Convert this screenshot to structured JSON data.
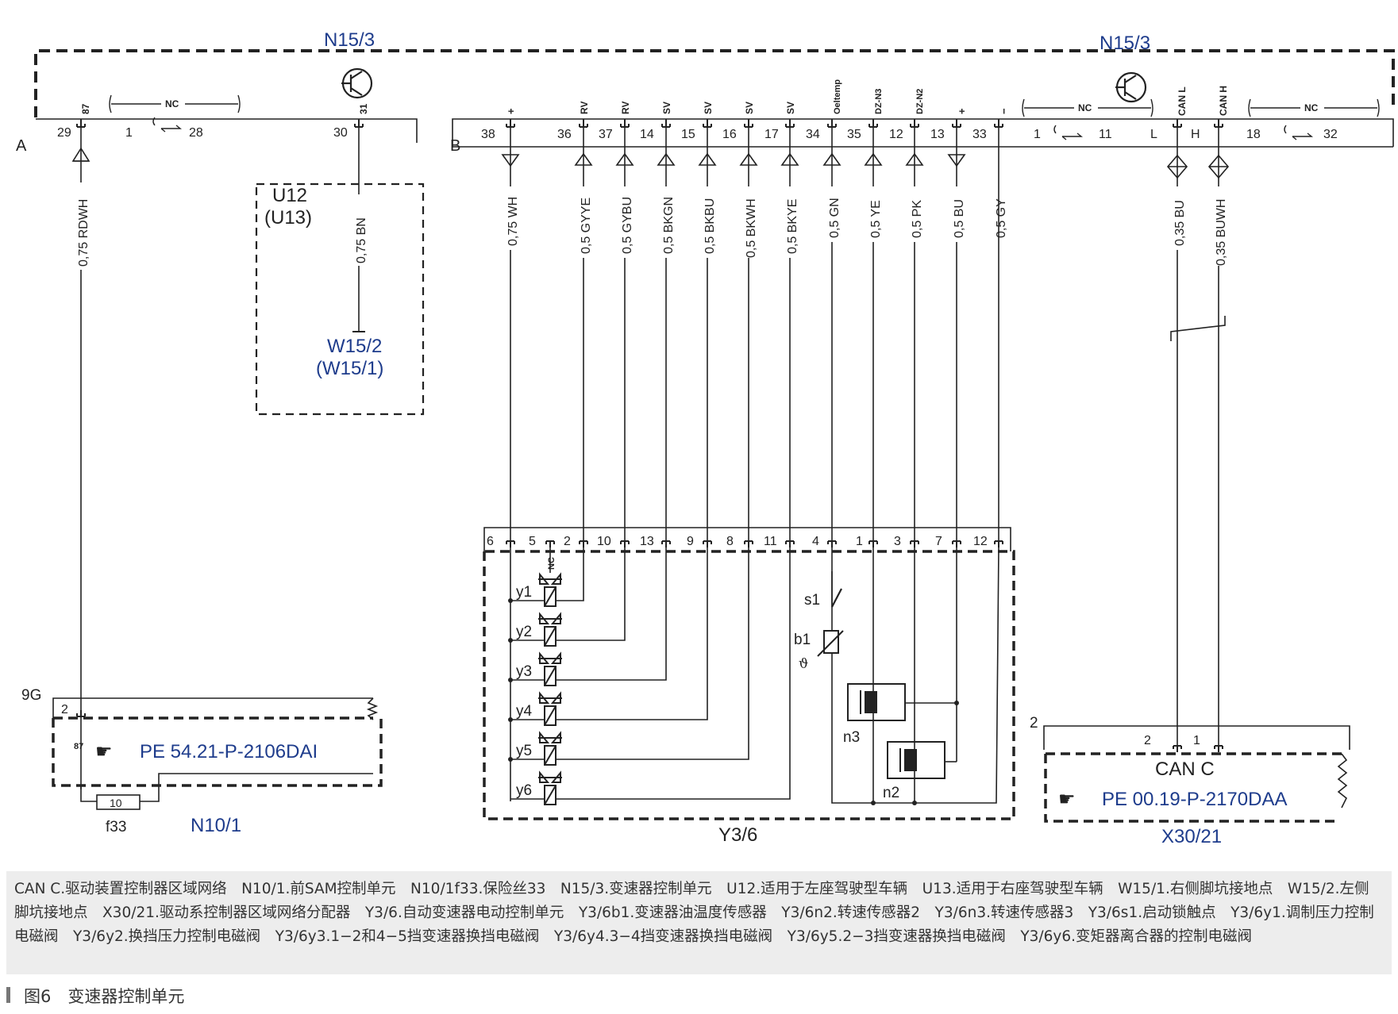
{
  "titles": {
    "top_left": "N15/3",
    "top_right": "N15/3"
  },
  "connectors": {
    "a": "A",
    "b": "B"
  },
  "nc_label": "NC",
  "a_pins": [
    {
      "num": "29",
      "tag": "87",
      "wire": "0,75 RDWH"
    },
    {
      "num": "1"
    },
    {
      "num": "28"
    },
    {
      "num": "30",
      "tag": "31",
      "wire": "0,75 BN"
    }
  ],
  "b_pins": [
    {
      "num": "38",
      "tag": "+",
      "wire": "0,75 WH"
    },
    {
      "num": "36",
      "tag": "RV",
      "wire": "0,5 GYYE"
    },
    {
      "num": "37",
      "tag": "RV",
      "wire": "0,5 GYBU"
    },
    {
      "num": "14",
      "tag": "SV",
      "wire": "0,5 BKGN"
    },
    {
      "num": "15",
      "tag": "SV",
      "wire": "0,5 BKBU"
    },
    {
      "num": "16",
      "tag": "SV",
      "wire": "0,5 BKWH"
    },
    {
      "num": "17",
      "tag": "SV",
      "wire": "0,5 BKYE"
    },
    {
      "num": "34",
      "tag": "Oeltemp",
      "wire": "0,5 GN"
    },
    {
      "num": "35",
      "tag": "DZ-N3",
      "wire": "0,5 YE"
    },
    {
      "num": "12",
      "tag": "DZ-N2",
      "wire": "0,5 PK"
    },
    {
      "num": "13",
      "tag": "+",
      "wire": "0,5 BU"
    },
    {
      "num": "33",
      "tag": "−",
      "wire": "0,5 GY"
    },
    {
      "num": "1"
    },
    {
      "num": "11"
    },
    {
      "num": "L",
      "tag": "CAN L",
      "wire": "0,35 BU"
    },
    {
      "num": "H",
      "tag": "CAN H",
      "wire": "0,35 BUWH"
    },
    {
      "num": "18"
    },
    {
      "num": "32"
    }
  ],
  "u12": {
    "line1": "U12",
    "line2": "(U13)",
    "ground1": "W15/2",
    "ground2": "(W15/1)"
  },
  "n10": {
    "pin_group": "9G",
    "pin": "2",
    "tag": "87",
    "ref": "PE 54.21-P-2106DAI",
    "fuse_value": "10",
    "fuse": "f33",
    "label": "N10/1"
  },
  "y36": {
    "label": "Y3/6",
    "pins": [
      "6",
      "5",
      "2",
      "10",
      "13",
      "9",
      "8",
      "11",
      "4",
      "1",
      "3",
      "7",
      "12"
    ],
    "nc": "NC",
    "valves": [
      "y1",
      "y2",
      "y3",
      "y4",
      "y5",
      "y6"
    ],
    "s1": "s1",
    "b1": "b1",
    "theta": "ϑ",
    "n3": "n3",
    "n2": "n2"
  },
  "x30": {
    "pin_group": "2",
    "pin2": "2",
    "pin1": "1",
    "title": "CAN C",
    "ref": "PE 00.19-P-2170DAA",
    "label": "X30/21"
  },
  "caption": "CAN C.驱动装置控制器区域网络　N10/1.前SAM控制单元　N10/1f33.保险丝33　N15/3.变速器控制单元　U12.适用于左座驾驶型车辆　U13.适用于右座驾驶型车辆　W15/1.右侧脚坑接地点　W15/2.左侧脚坑接地点　X30/21.驱动系控制器区域网络分配器　Y3/6.自动变速器电动控制单元　Y3/6b1.变速器油温度传感器　Y3/6n2.转速传感器2　Y3/6n3.转速传感器3　Y3/6s1.启动锁触点　Y3/6y1.调制压力控制电磁阀　Y3/6y2.换挡压力控制电磁阀　Y3/6y3.1−2和4−5挡变速器换挡电磁阀　Y3/6y4.3−4挡变速器换挡电磁阀　Y3/6y5.2−3挡变速器换挡电磁阀　Y3/6y6.变矩器离合器的控制电磁阀",
  "figure_title": "图6　变速器控制单元",
  "colors": {
    "line": "#222222",
    "blue": "#1e3c8c",
    "caption_bg": "#ededed"
  }
}
